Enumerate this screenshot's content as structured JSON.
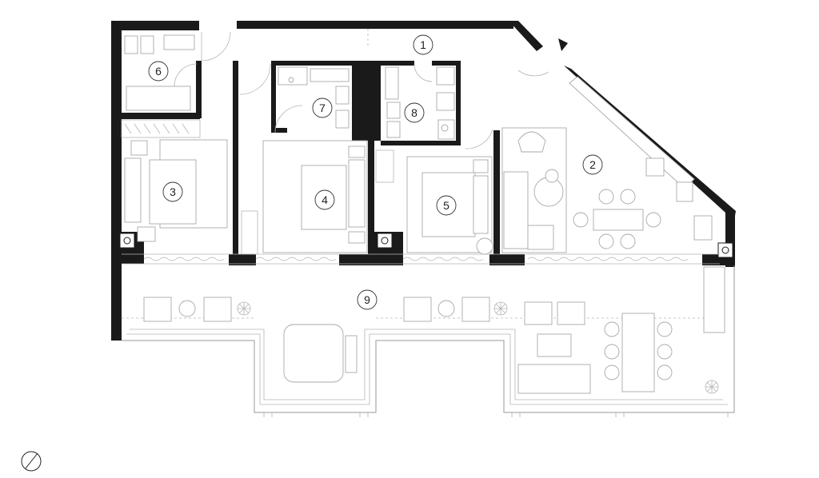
{
  "rooms": [
    {
      "id": "room-1",
      "label": "1"
    },
    {
      "id": "room-2",
      "label": "2"
    },
    {
      "id": "room-3",
      "label": "3"
    },
    {
      "id": "room-4",
      "label": "4"
    },
    {
      "id": "room-5",
      "label": "5"
    },
    {
      "id": "room-6",
      "label": "6"
    },
    {
      "id": "room-7",
      "label": "7"
    },
    {
      "id": "room-8",
      "label": "8"
    },
    {
      "id": "room-9",
      "label": "9"
    }
  ],
  "colors": {
    "wall": "#1a1a1a",
    "pool": "#bcd9de",
    "line": "#a8a8a8"
  },
  "icons": {
    "compass": "north-arrow-icon",
    "entrance": "entrance-arrow-icon"
  }
}
